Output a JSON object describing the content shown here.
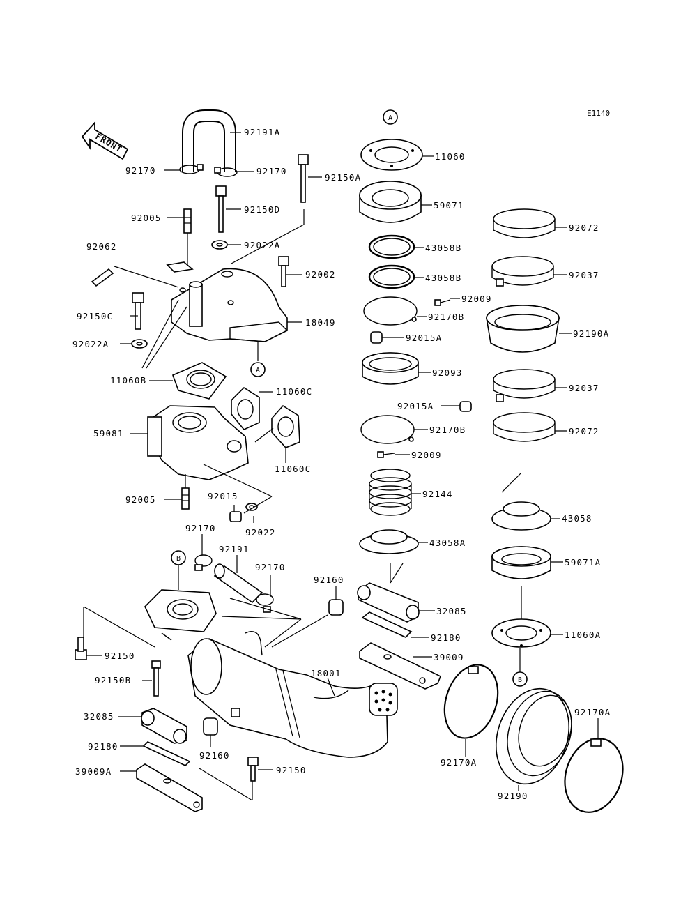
{
  "diagram_code": "E1140",
  "front_marker": "FRONT",
  "callouts": {
    "a": "A",
    "b": "B"
  },
  "part_labels": [
    {
      "id": "92191A",
      "text": "92191A"
    },
    {
      "id": "92170-left",
      "text": "92170"
    },
    {
      "id": "92170-right",
      "text": "92170"
    },
    {
      "id": "92150A",
      "text": "92150A"
    },
    {
      "id": "92150D",
      "text": "92150D"
    },
    {
      "id": "92005-top",
      "text": "92005"
    },
    {
      "id": "92022A-top",
      "text": "92022A"
    },
    {
      "id": "92062",
      "text": "92062"
    },
    {
      "id": "92002",
      "text": "92002"
    },
    {
      "id": "92150C",
      "text": "92150C"
    },
    {
      "id": "18049",
      "text": "18049"
    },
    {
      "id": "92022A-left",
      "text": "92022A"
    },
    {
      "id": "11060B",
      "text": "11060B"
    },
    {
      "id": "11060C-top",
      "text": "11060C"
    },
    {
      "id": "59081",
      "text": "59081"
    },
    {
      "id": "11060C-bottom",
      "text": "11060C"
    },
    {
      "id": "92005-bottom",
      "text": "92005"
    },
    {
      "id": "92015",
      "text": "92015"
    },
    {
      "id": "92022",
      "text": "92022"
    },
    {
      "id": "92170-mid",
      "text": "92170"
    },
    {
      "id": "92191",
      "text": "92191"
    },
    {
      "id": "92170-mid2",
      "text": "92170"
    },
    {
      "id": "92160-top",
      "text": "92160"
    },
    {
      "id": "92150",
      "text": "92150"
    },
    {
      "id": "92150B",
      "text": "92150B"
    },
    {
      "id": "32085-left",
      "text": "32085"
    },
    {
      "id": "18001",
      "text": "18001"
    },
    {
      "id": "92180-left",
      "text": "92180"
    },
    {
      "id": "92160-bottom",
      "text": "92160"
    },
    {
      "id": "39009A",
      "text": "39009A"
    },
    {
      "id": "92150-bottom",
      "text": "92150"
    },
    {
      "id": "11060",
      "text": "11060"
    },
    {
      "id": "59071",
      "text": "59071"
    },
    {
      "id": "43058B-1",
      "text": "43058B"
    },
    {
      "id": "43058B-2",
      "text": "43058B"
    },
    {
      "id": "92009-top",
      "text": "92009"
    },
    {
      "id": "92170B-1",
      "text": "92170B"
    },
    {
      "id": "92015A-1",
      "text": "92015A"
    },
    {
      "id": "92093",
      "text": "92093"
    },
    {
      "id": "92015A-2",
      "text": "92015A"
    },
    {
      "id": "92170B-2",
      "text": "92170B"
    },
    {
      "id": "92009-bottom",
      "text": "92009"
    },
    {
      "id": "92144",
      "text": "92144"
    },
    {
      "id": "43058A",
      "text": "43058A"
    },
    {
      "id": "32085-right",
      "text": "32085"
    },
    {
      "id": "92180-right",
      "text": "92180"
    },
    {
      "id": "39009",
      "text": "39009"
    },
    {
      "id": "92072-top",
      "text": "92072"
    },
    {
      "id": "92037-top",
      "text": "92037"
    },
    {
      "id": "92190A",
      "text": "92190A"
    },
    {
      "id": "92037-bottom",
      "text": "92037"
    },
    {
      "id": "92072-bottom",
      "text": "92072"
    },
    {
      "id": "43058",
      "text": "43058"
    },
    {
      "id": "59071A",
      "text": "59071A"
    },
    {
      "id": "11060A",
      "text": "11060A"
    },
    {
      "id": "92170A-right",
      "text": "92170A"
    },
    {
      "id": "92170A-left",
      "text": "92170A"
    },
    {
      "id": "92190",
      "text": "92190"
    }
  ]
}
